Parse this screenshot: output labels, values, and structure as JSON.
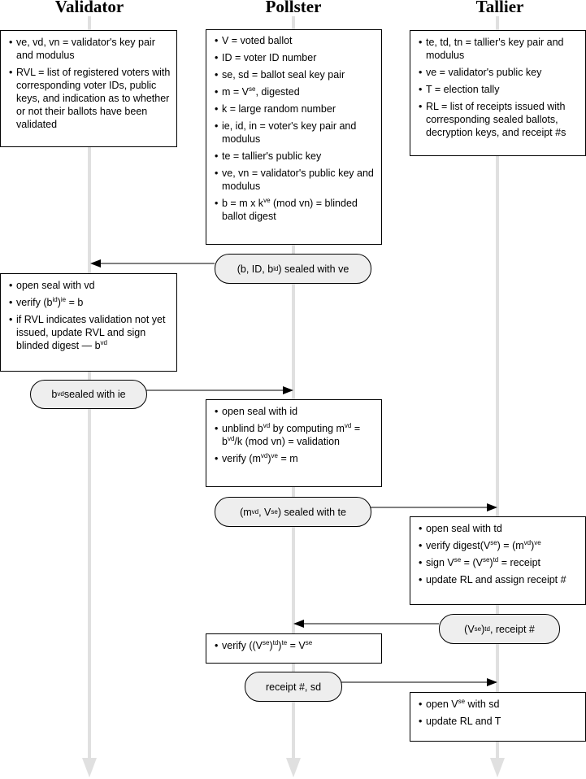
{
  "columns": {
    "validator": "Validator",
    "pollster": "Pollster",
    "tallier": "Tallier"
  },
  "boxes": {
    "validator_init": [
      "ve, vd, vn = validator's key pair and modulus",
      "RVL = list of registered voters with corresponding voter IDs, public keys, and indication as to whether or not their ballots have been validated"
    ],
    "pollster_init": [
      "V = voted ballot",
      "ID = voter ID number",
      "se, sd = ballot seal key pair",
      "m = V<sup>se</sup>, digested",
      "k = large random number",
      "ie, id, in = voter's key pair and modulus",
      "te = tallier's public key",
      "ve, vn = validator's public key and modulus",
      "b = m x k<sup>ve</sup> (mod vn) = blinded ballot digest"
    ],
    "tallier_init": [
      "te, td, tn = tallier's key pair and modulus",
      "ve = validator's public key",
      "T = election tally",
      "RL = list of receipts issued with corresponding sealed ballots, decryption keys, and receipt #s"
    ],
    "validator_step": [
      "open seal with vd",
      "verify (b<sup>id</sup>)<sup>ie</sup> = b",
      "if RVL indicates validation not yet issued, update RVL and sign blinded digest — b<sup>vd</sup>"
    ],
    "pollster_step1": [
      "open seal with id",
      "unblind b<sup>vd</sup> by computing m<sup>vd</sup> = b<sup>vd</sup>/k (mod vn) = validation",
      "verify (m<sup>vd</sup>)<sup>ve</sup> = m"
    ],
    "tallier_step1": [
      "open seal with td",
      "verify digest(V<sup>se</sup>) = (m<sup>vd</sup>)<sup>ve</sup>",
      "sign V<sup>se</sup> = (V<sup>se</sup>)<sup>td</sup> = receipt",
      "update RL and assign receipt #"
    ],
    "pollster_step2": [
      "verify ((V<sup>se</sup>)<sup>td</sup>)<sup>te</sup> = V<sup>se</sup>"
    ],
    "tallier_step2": [
      "open V<sup>se</sup> with sd",
      "update RL and T"
    ]
  },
  "messages": {
    "msg1": "(b, ID, b<sup>id</sup>) sealed with ve",
    "msg2": "b<sup>vd</sup> sealed with ie",
    "msg3": "(m<sup>vd</sup>, V<sup>se</sup>) sealed with te",
    "msg4": "(V<sup>se</sup>)<sup>td</sup>, receipt #",
    "msg5": "receipt #, sd"
  },
  "colors": {
    "lifeline": "#e0e0e0",
    "pill_fill": "#eeeeee",
    "border": "#000000"
  }
}
